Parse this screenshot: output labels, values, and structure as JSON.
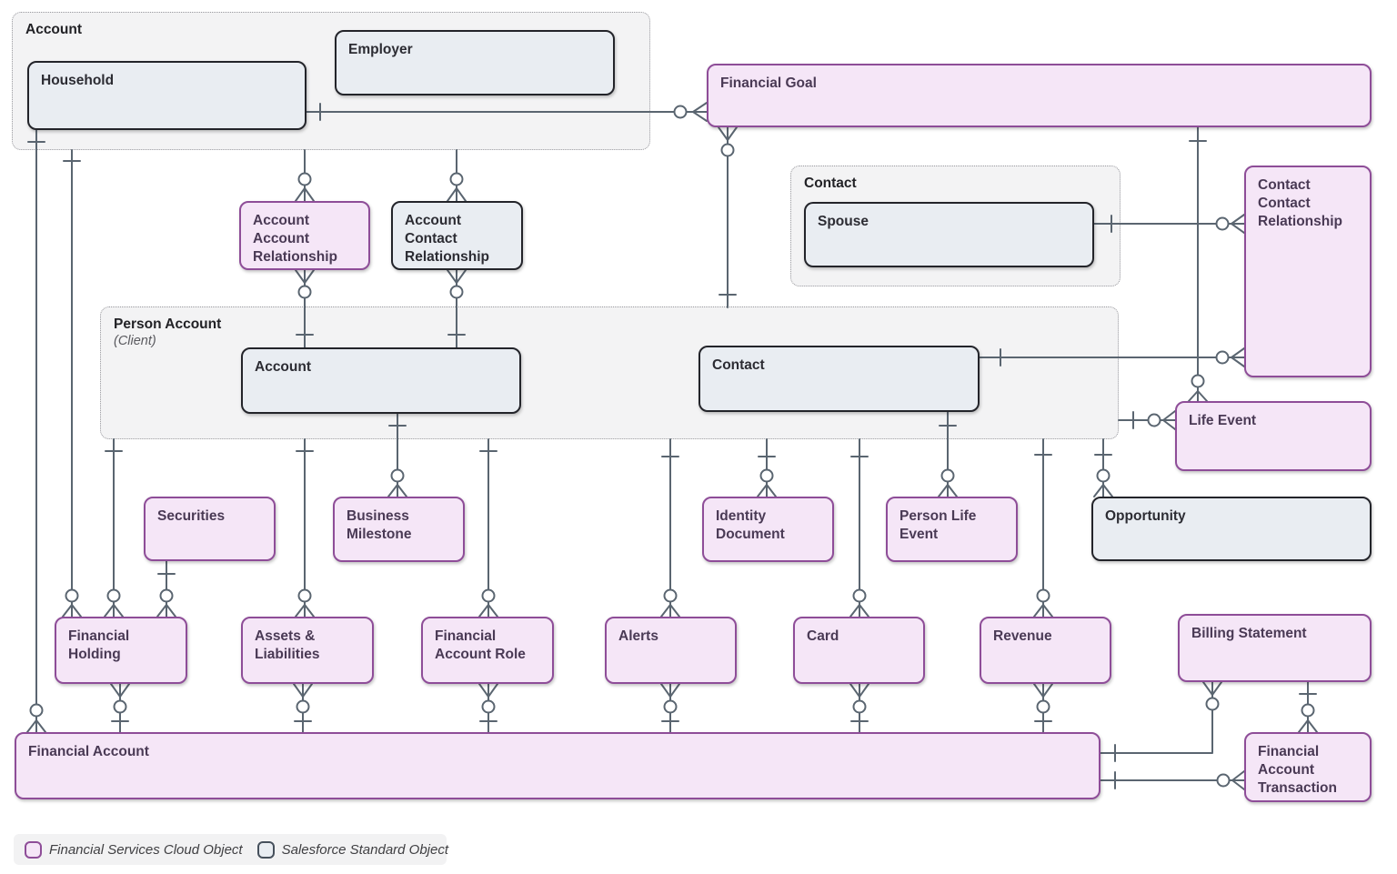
{
  "diagram": {
    "groups": {
      "account": {
        "label": "Account"
      },
      "contact": {
        "label": "Contact"
      },
      "person_account": {
        "label": "Person Account",
        "sublabel": "(Client)"
      }
    },
    "entities": {
      "household": {
        "label": "Household",
        "type": "standard"
      },
      "employer": {
        "label": "Employer",
        "type": "standard"
      },
      "financial_goal": {
        "label": "Financial Goal",
        "type": "fsc"
      },
      "account_account_relationship": {
        "label": "Account Account Relationship",
        "type": "fsc"
      },
      "account_contact_relationship": {
        "label": "Account Contact Relationship",
        "type": "standard"
      },
      "spouse": {
        "label": "Spouse",
        "type": "standard"
      },
      "contact_contact_relationship": {
        "label": "Contact Contact Relationship",
        "type": "fsc"
      },
      "pa_account": {
        "label": "Account",
        "type": "standard"
      },
      "pa_contact": {
        "label": "Contact",
        "type": "standard"
      },
      "life_event": {
        "label": "Life Event",
        "type": "fsc"
      },
      "securities": {
        "label": "Securities",
        "type": "fsc"
      },
      "business_milestone": {
        "label": "Business Milestone",
        "type": "fsc"
      },
      "identity_document": {
        "label": "Identity Document",
        "type": "fsc"
      },
      "person_life_event": {
        "label": "Person Life Event",
        "type": "fsc"
      },
      "opportunity": {
        "label": "Opportunity",
        "type": "standard"
      },
      "financial_holding": {
        "label": "Financial Holding",
        "type": "fsc"
      },
      "assets_liabilities": {
        "label": "Assets & Liabilities",
        "type": "fsc"
      },
      "financial_account_role": {
        "label": "Financial Account Role",
        "type": "fsc"
      },
      "alerts": {
        "label": "Alerts",
        "type": "fsc"
      },
      "card": {
        "label": "Card",
        "type": "fsc"
      },
      "revenue": {
        "label": "Revenue",
        "type": "fsc"
      },
      "billing_statement": {
        "label": "Billing Statement",
        "type": "fsc"
      },
      "financial_account": {
        "label": "Financial Account",
        "type": "fsc"
      },
      "financial_account_transaction": {
        "label": "Financial Account Transaction",
        "type": "fsc"
      }
    },
    "legend": {
      "fsc_label": "Financial Services Cloud Object",
      "standard_label": "Salesforce Standard Object"
    },
    "colors": {
      "fsc_fill": "#f5e6f7",
      "fsc_border": "#8e4d98",
      "standard_fill": "#e9edf2",
      "standard_border": "#23242a",
      "group_fill": "#f3f3f4",
      "connector": "#5a6570"
    }
  }
}
